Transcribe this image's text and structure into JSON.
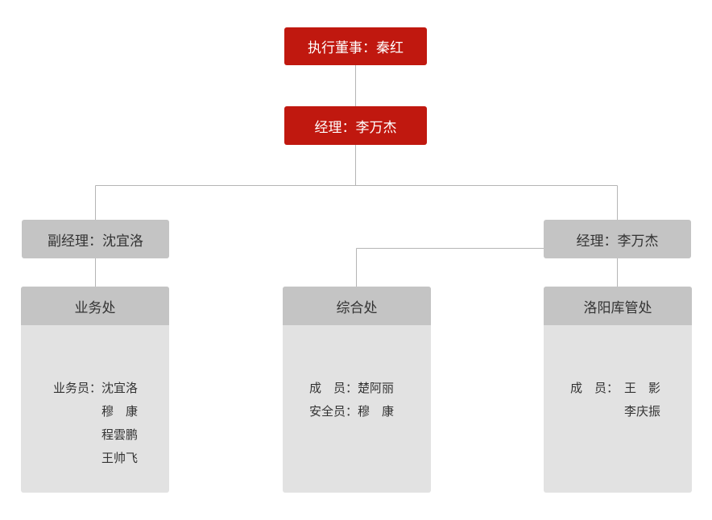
{
  "nodes": {
    "executive_director": "执行董事：秦红",
    "manager_top": "经理：李万杰",
    "deputy_manager": "副经理：沈宜洛",
    "manager_right": "经理：李万杰"
  },
  "departments": [
    {
      "name": "业务处",
      "rows": [
        {
          "label": "业务员：",
          "value": "沈宜洛"
        },
        {
          "label": "",
          "value": "穆　康"
        },
        {
          "label": "",
          "value": "程雲鹏"
        },
        {
          "label": "",
          "value": "王帅飞"
        }
      ]
    },
    {
      "name": "综合处",
      "rows": [
        {
          "label": "成　员：",
          "value": "楚阿丽"
        },
        {
          "label": "安全员：",
          "value": "穆　康"
        }
      ]
    },
    {
      "name": "洛阳库管处",
      "rows": [
        {
          "label": "成　员：",
          "value": "王　影"
        },
        {
          "label": "",
          "value": "李庆振"
        }
      ]
    }
  ],
  "colors": {
    "primary_red": "#c0180f",
    "node_gray": "#c4c4c4",
    "panel_gray": "#e2e2e2",
    "line": "#b5b5b5"
  }
}
